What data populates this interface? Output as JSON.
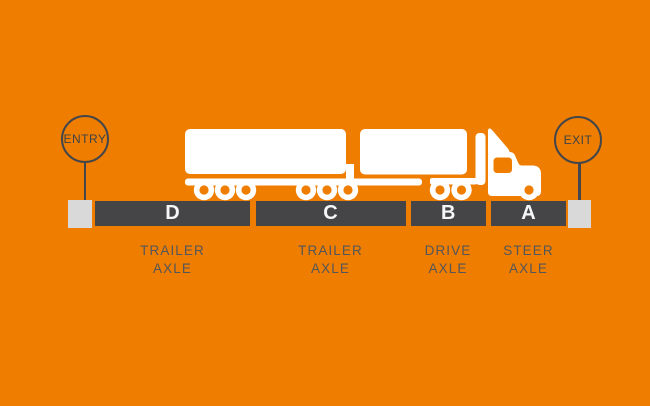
{
  "colors": {
    "background": "#EF7D00",
    "bar_dark": "#454547",
    "platform_gray": "#D9D9D9",
    "sign_dark": "#43464A",
    "caption_text": "#53565A",
    "truck_white": "#FFFFFF"
  },
  "entry_sign": {
    "label": "ENTRY"
  },
  "exit_sign": {
    "label": "EXIT"
  },
  "truck": {
    "icon": "truck-icon"
  },
  "weighbridge": {
    "segments": [
      {
        "letter": "D",
        "caption": [
          "TRAILER",
          "AXLE"
        ]
      },
      {
        "letter": "C",
        "caption": [
          "TRAILER",
          "AXLE"
        ]
      },
      {
        "letter": "B",
        "caption": [
          "DRIVE",
          "AXLE"
        ]
      },
      {
        "letter": "A",
        "caption": [
          "STEER",
          "AXLE"
        ]
      }
    ]
  }
}
